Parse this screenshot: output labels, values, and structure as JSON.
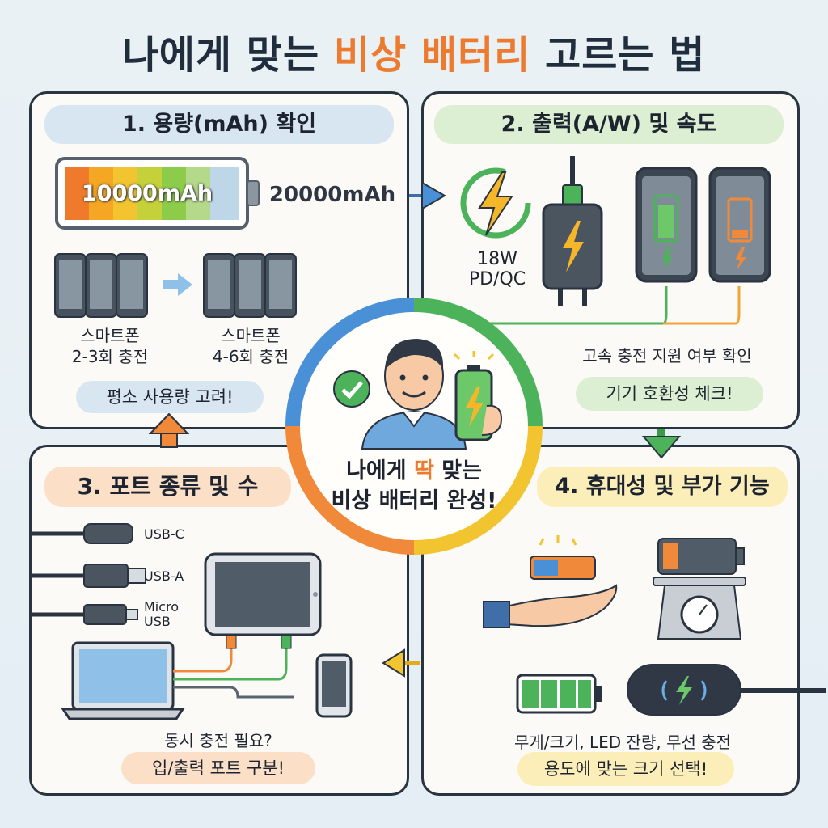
{
  "title": {
    "part1": "나에게 맞는 ",
    "highlight": "비상 배터리",
    "part2": " 고르는 법"
  },
  "colors": {
    "blue": "#4a90d6",
    "green": "#4cb35a",
    "yellow": "#f2c430",
    "orange": "#f08a3a",
    "dark": "#2a3340"
  },
  "step1": {
    "heading": "1. 용량(mAh) 확인",
    "small_capacity": "10000mAh",
    "large_capacity": "20000mAh",
    "small_desc_line1": "스마트폰",
    "small_desc_line2": "2-3회 충전",
    "large_desc_line1": "스마트폰",
    "large_desc_line2": "4-6회 충전",
    "tip": "평소 사용량 고려!"
  },
  "step2": {
    "heading": "2. 출력(A/W) 및 속도",
    "watt_line1": "18W",
    "watt_line2": "PD/QC",
    "desc": "고속 충전 지원 여부 확인",
    "tip": "기기 호환성 체크!"
  },
  "step3": {
    "heading": "3. 포트 종류 및 수",
    "ports": [
      "USB-C",
      "USB-A",
      "Micro USB"
    ],
    "desc": "동시 충전 필요?",
    "tip": "입/출력 포트 구분!"
  },
  "step4": {
    "heading": "4. 휴대성 및 부가 기능",
    "desc": "무게/크기, LED 잔량, 무선 충전",
    "tip": "용도에 맞는 크기 선택!"
  },
  "center": {
    "line1_pre": "나에게 ",
    "line1_hl": "딱",
    "line1_post": " 맞는",
    "line2": "비상 배터리 완성!"
  },
  "icons": [
    "check-icon",
    "lightning-icon",
    "battery-icon",
    "phone-icon",
    "charger-icon",
    "scale-icon",
    "hand-icon",
    "wireless-charger-icon",
    "laptop-icon",
    "tablet-icon",
    "cable-icon",
    "arrow-icon"
  ]
}
